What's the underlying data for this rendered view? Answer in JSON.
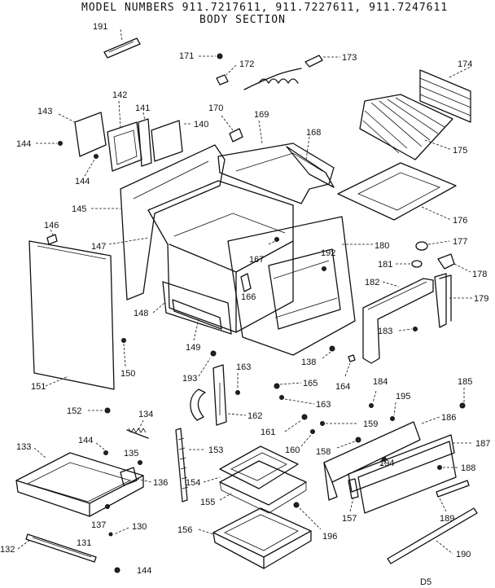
{
  "header": {
    "line1": "MODEL NUMBERS  911.7217611,  911.7227611,  911.7247611",
    "line2": "BODY  SECTION"
  },
  "footer": {
    "code": "D5"
  },
  "labels": {
    "p130": "130",
    "p131": "131",
    "p132": "132",
    "p133": "133",
    "p134": "134",
    "p135": "135",
    "p136": "136",
    "p137": "137",
    "p138": "138",
    "p140": "140",
    "p141": "141",
    "p142": "142",
    "p143": "143",
    "p144": "144",
    "p145": "145",
    "p146": "146",
    "p147": "147",
    "p148": "148",
    "p149": "149",
    "p150": "150",
    "p151": "151",
    "p152": "152",
    "p153": "153",
    "p154": "154",
    "p155": "155",
    "p156": "156",
    "p157": "157",
    "p158": "158",
    "p159": "159",
    "p160": "160",
    "p161": "161",
    "p162": "162",
    "p163": "163",
    "p164": "164",
    "p165": "165",
    "p166": "166",
    "p167": "167",
    "p168": "168",
    "p169": "169",
    "p170": "170",
    "p171": "171",
    "p172": "172",
    "p173": "173",
    "p174": "174",
    "p175": "175",
    "p176": "176",
    "p177": "177",
    "p178": "178",
    "p179": "179",
    "p180": "180",
    "p181": "181",
    "p182": "182",
    "p183": "183",
    "p184": "184",
    "p185": "185",
    "p186": "186",
    "p187": "187",
    "p188": "188",
    "p189": "189",
    "p190": "190",
    "p191": "191",
    "p192": "192",
    "p193": "193",
    "p194": "194",
    "p195": "195",
    "p196": "196"
  }
}
